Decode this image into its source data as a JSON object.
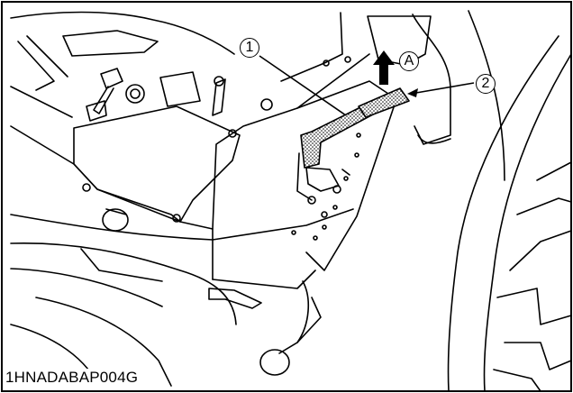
{
  "callouts": {
    "part_1": "1",
    "part_2": "2",
    "direction_a": "A"
  },
  "figure_id": "1HNADABAP004G"
}
